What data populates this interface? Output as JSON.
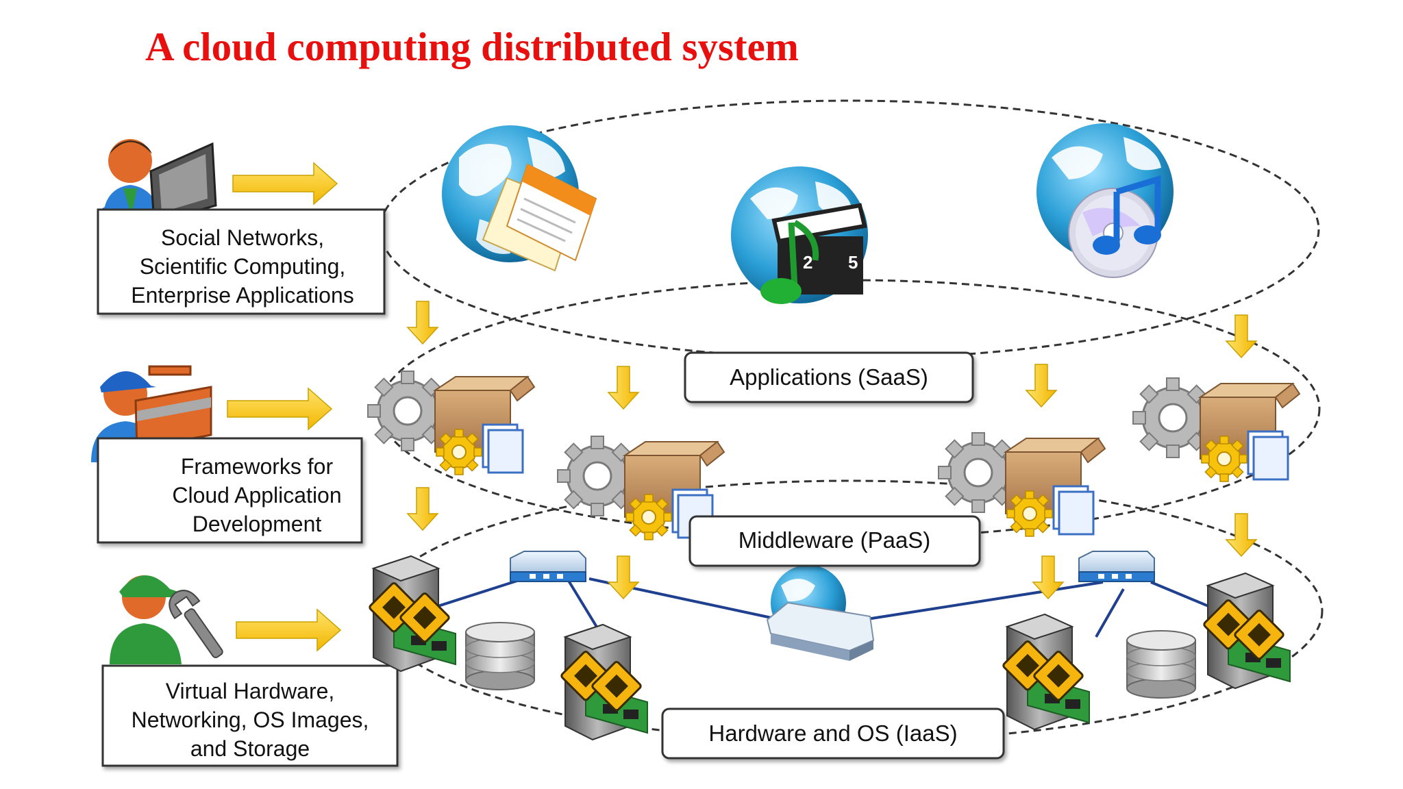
{
  "title": "A cloud computing distributed system",
  "roles": [
    {
      "lines": [
        "Social Networks,",
        "Scientific Computing,",
        "Enterprise Applications"
      ]
    },
    {
      "lines": [
        "Frameworks for",
        "Cloud Application",
        "Development"
      ]
    },
    {
      "lines": [
        "Virtual  Hardware,",
        "Networking, OS Images,",
        "and Storage"
      ]
    }
  ],
  "layers": {
    "saas": "Applications (SaaS)",
    "paas": "Middleware (PaaS)",
    "iaas": "Hardware and OS (IaaS)"
  },
  "icons": {
    "role1": "user-at-computer-icon",
    "role2": "developer-with-toolbox-icon",
    "role3": "technician-with-wrench-icon",
    "app1": "globe-with-documents-icon",
    "app2": "globe-with-media-icon",
    "app3": "globe-with-music-disc-icon",
    "middleware": "gear-and-package-icon",
    "server": "server-icon",
    "storage": "database-icon",
    "switch": "network-switch-icon",
    "router": "globe-router-icon"
  },
  "colors": {
    "title": "#e8100e",
    "arrow": "#f5c518",
    "globe_blue": "#1d8fc4",
    "network_line": "#1f3f8f"
  }
}
